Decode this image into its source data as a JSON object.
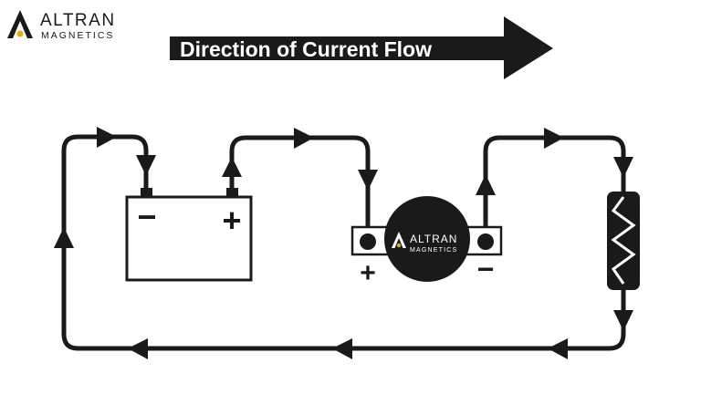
{
  "logo": {
    "line1": "ALTRAN",
    "line2": "MAGNETICS",
    "accent_color": "#f0a818"
  },
  "banner": {
    "text": "Direction of Current Flow"
  },
  "battery": {
    "minus": "−",
    "plus": "+"
  },
  "motor": {
    "brand_line1": "ALTRAN",
    "brand_line2": "MAGNETICS",
    "plus": "+",
    "minus": "−"
  },
  "colors": {
    "ink": "#1a1a1a",
    "paper": "#ffffff"
  },
  "icons": {
    "flow_arrow": "triangle-arrow-icon",
    "resistor": "zigzag-resistor-icon"
  }
}
